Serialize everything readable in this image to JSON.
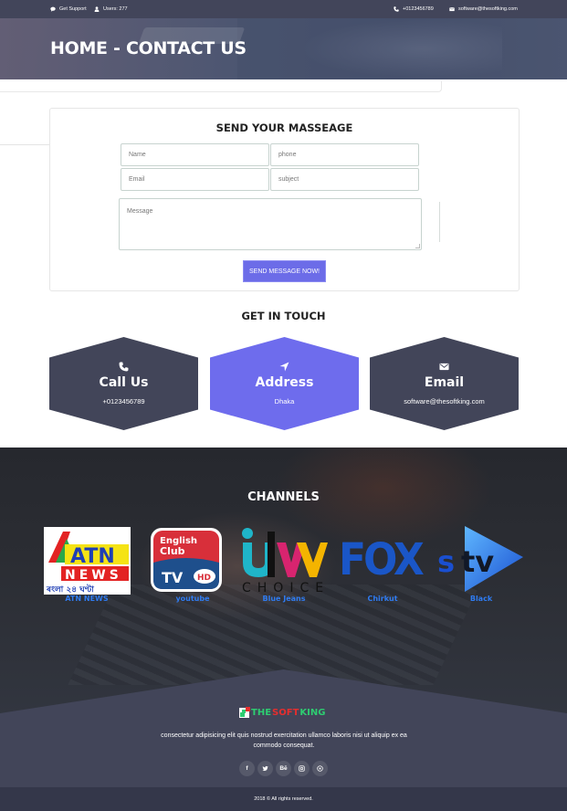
{
  "topbar": {
    "support_label": "Get Support",
    "users_label": "Users: 277",
    "phone": "+0123456789",
    "email": "software@thesoftking.com"
  },
  "banner": {
    "title": "HOME - CONTACT US"
  },
  "contact_form": {
    "title": "SEND YOUR MASSEAGE",
    "name_placeholder": "Name",
    "phone_placeholder": "phone",
    "email_placeholder": "Email",
    "subject_placeholder": "subject",
    "message_placeholder": "Message",
    "submit_label": "SEND MESSAGE NOW!"
  },
  "get_in_touch": {
    "title": "GET IN TOUCH",
    "cards": [
      {
        "icon": "phone-icon",
        "title": "Call Us",
        "value": "+0123456789",
        "color": "#424559"
      },
      {
        "icon": "location-arrow-icon",
        "title": "Address",
        "value": "Dhaka",
        "color": "#6e6ced"
      },
      {
        "icon": "envelope-icon",
        "title": "Email",
        "value": "software@thesoftking.com",
        "color": "#424559"
      }
    ]
  },
  "channels": {
    "title": "CHANNELS",
    "items": [
      {
        "logo": "ATN NEWS logo",
        "label": "ATN NEWS"
      },
      {
        "logo": "English Club TV HD logo",
        "label": "youtube"
      },
      {
        "logo": "ITV Choice logo",
        "label": "Blue Jeans"
      },
      {
        "logo": "FOX logo",
        "label": "Chirkut"
      },
      {
        "logo": "STV logo",
        "label": "Black"
      }
    ]
  },
  "footer": {
    "brand_the": "THE",
    "brand_soft": "SOFT",
    "brand_king": "KING",
    "description": "consectetur adipisicing elit quis nostrud exercitation ullamco laboris nisi ut aliquip ex ea commodo consequat.",
    "socials": [
      {
        "icon": "facebook-icon",
        "glyph": "f"
      },
      {
        "icon": "twitter-icon",
        "glyph": ""
      },
      {
        "icon": "behance-icon",
        "glyph": "Bē"
      },
      {
        "icon": "instagram-icon",
        "glyph": ""
      },
      {
        "icon": "dribbble-icon",
        "glyph": ""
      }
    ],
    "copyright": "2018 © All rights reserved."
  },
  "colors": {
    "dark": "#424559",
    "accent": "#6e6ced",
    "link_blue": "#2f7bf0",
    "brand_green": "#2ecc71",
    "brand_red": "#e62e2e"
  }
}
